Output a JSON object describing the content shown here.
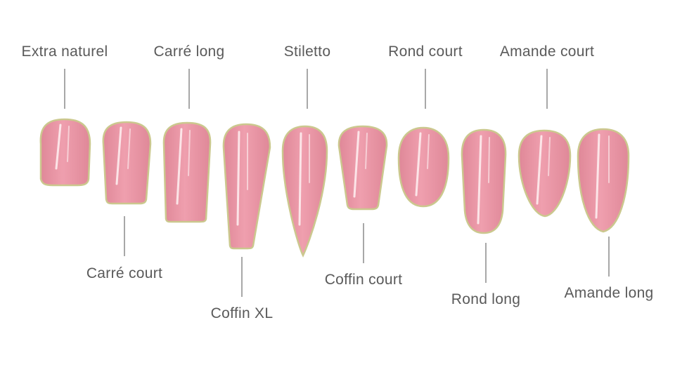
{
  "colors": {
    "nail": "#ef9fae",
    "nail_edge": "#cbc88e",
    "nail_shade": "#df8898",
    "highlight": "#fff2f3",
    "leader": "#7a7a7a",
    "text": "#5a5a5a",
    "background": "#ffffff"
  },
  "nails": [
    {
      "id": "extra-naturel",
      "label": "Extra naturel"
    },
    {
      "id": "carre-court",
      "label": "Carré court"
    },
    {
      "id": "carre-long",
      "label": "Carré long"
    },
    {
      "id": "coffin-xl",
      "label": "Coffin XL"
    },
    {
      "id": "stiletto",
      "label": "Stiletto"
    },
    {
      "id": "coffin-court",
      "label": "Coffin court"
    },
    {
      "id": "rond-court",
      "label": "Rond court"
    },
    {
      "id": "rond-long",
      "label": "Rond long"
    },
    {
      "id": "amande-court",
      "label": "Amande court"
    },
    {
      "id": "amande-long",
      "label": "Amande long"
    }
  ]
}
